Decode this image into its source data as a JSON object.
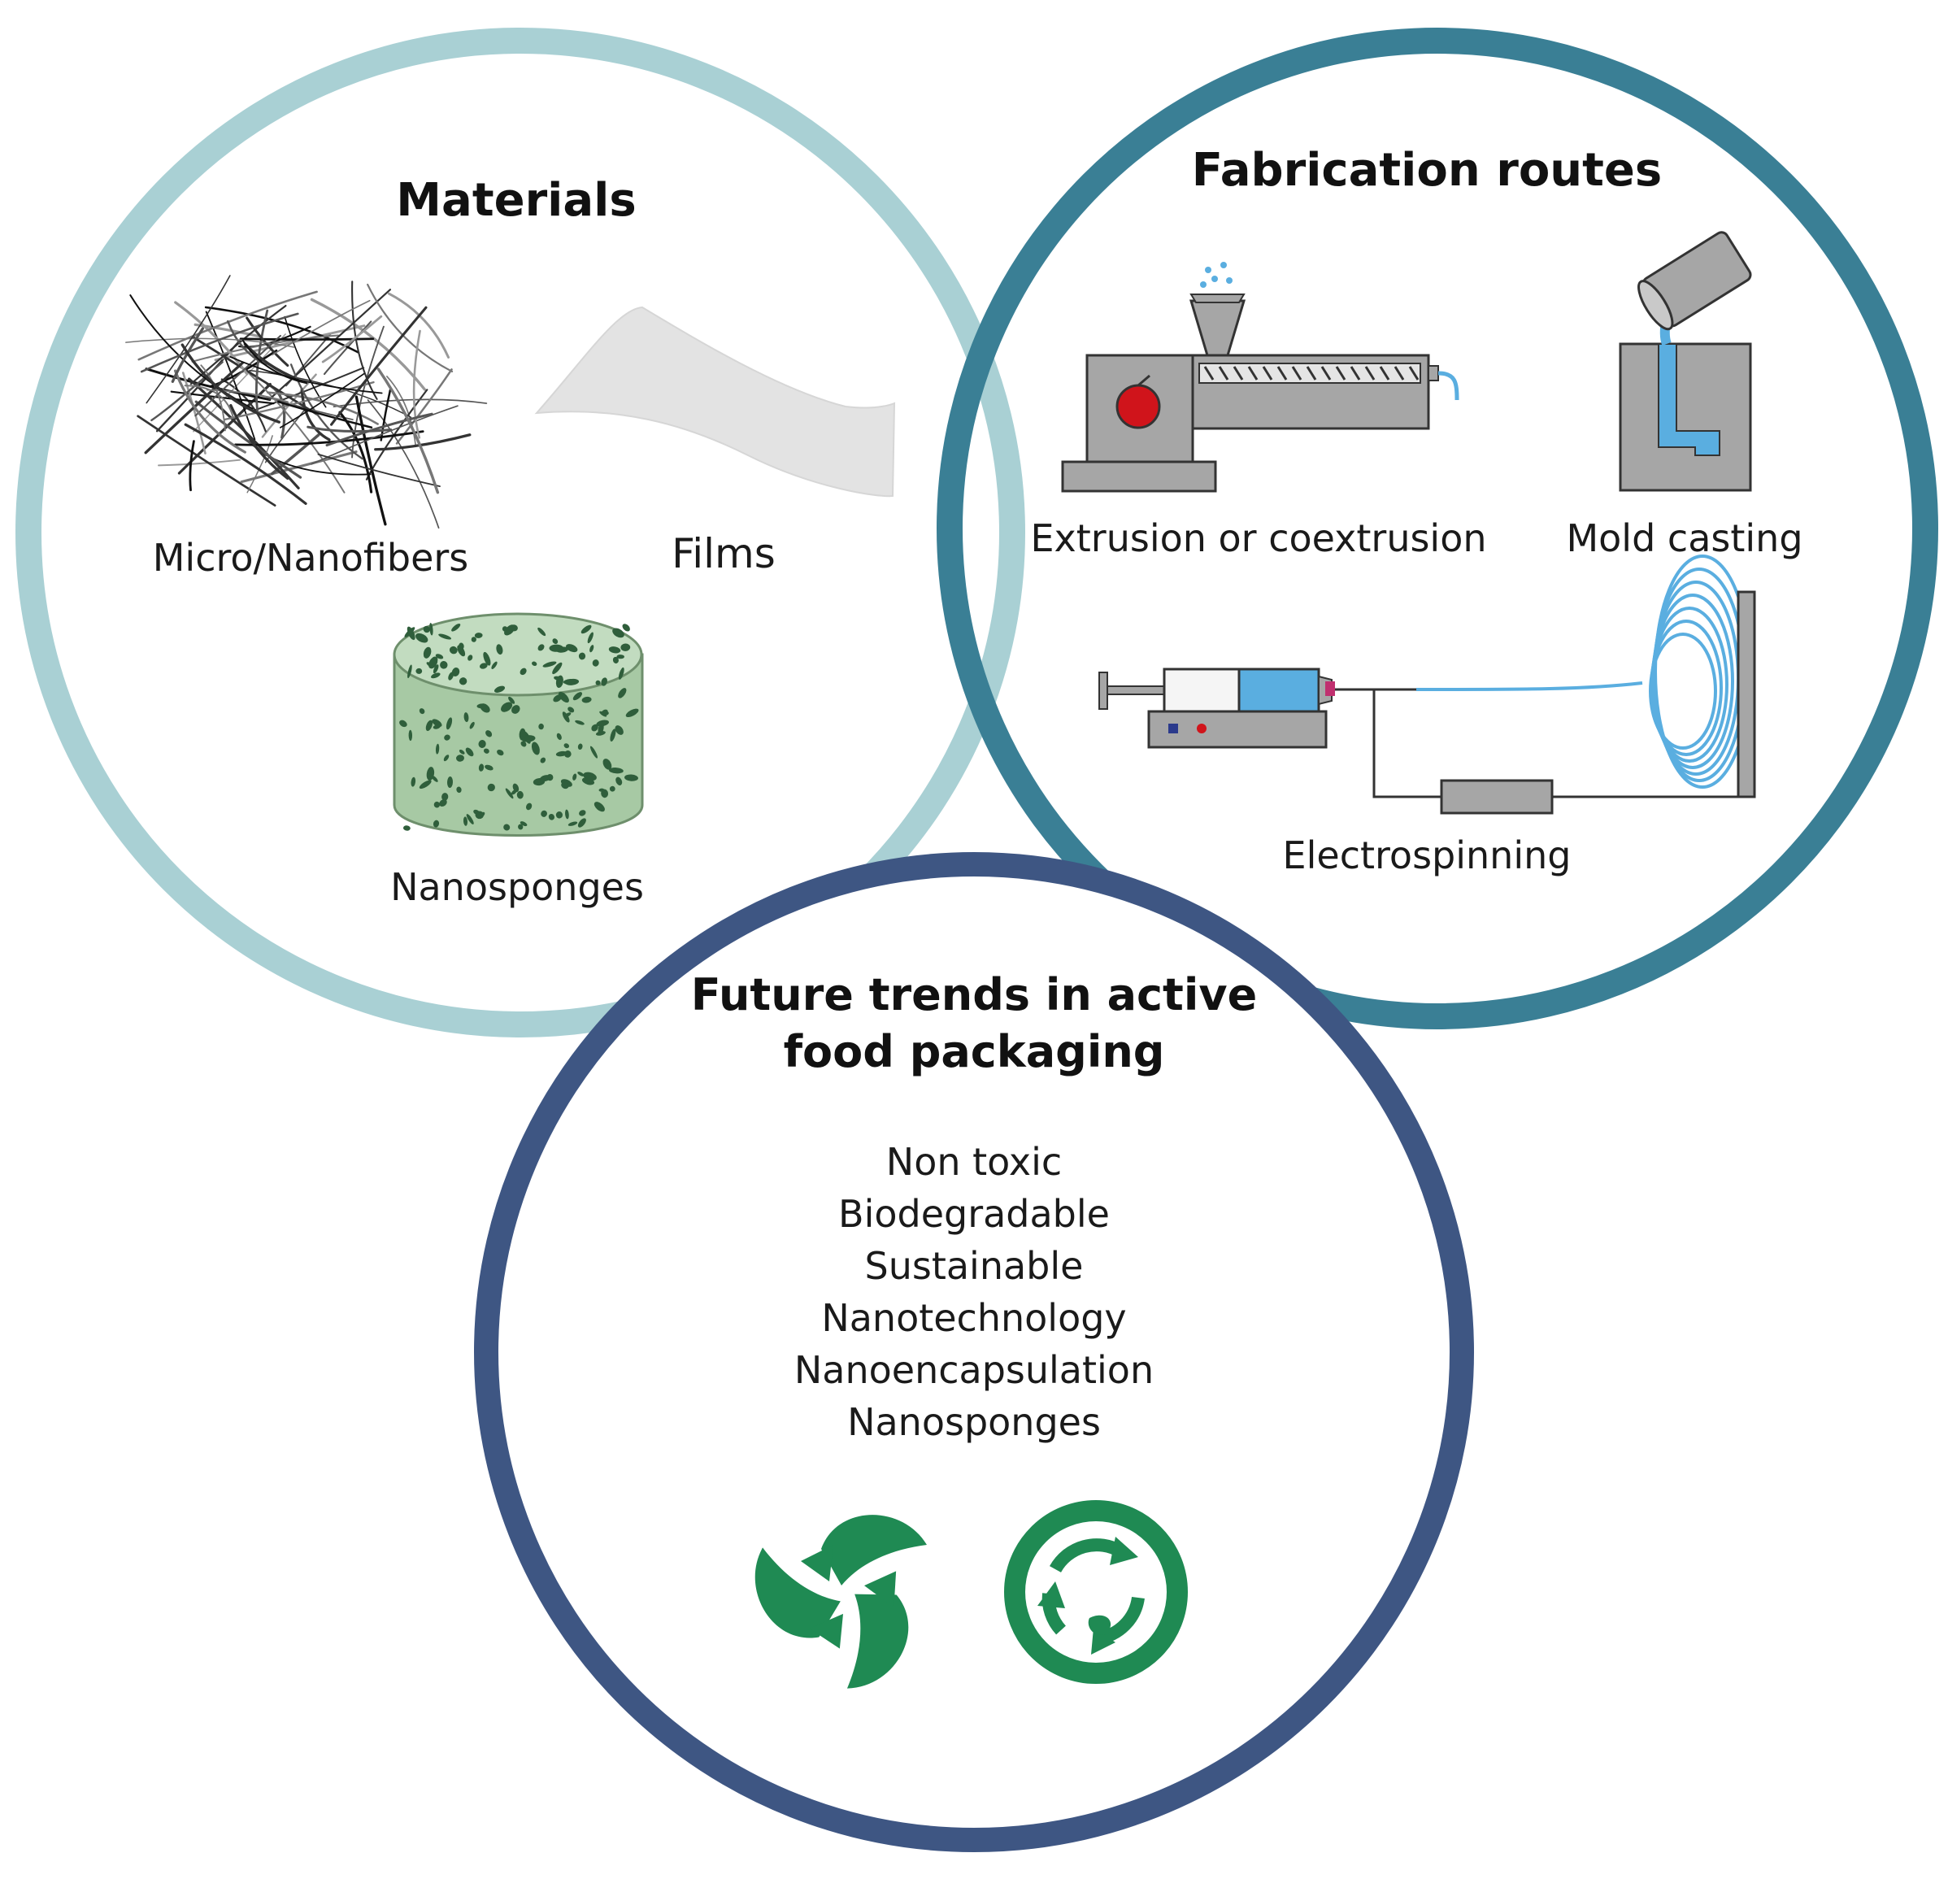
{
  "materials": {
    "title": "Materials",
    "fibers_label": "Micro/Nanofibers",
    "films_label": "Films",
    "sponges_label": "Nanosponges",
    "ring_color": "#a9d0d4"
  },
  "fabrication": {
    "title": "Fabrication routes",
    "extrusion_label": "Extrusion or coextrusion",
    "casting_label": "Mold casting",
    "electro_label": "Electrospinning",
    "ring_color": "#3a7f95"
  },
  "trends": {
    "title_line1": "Future trends in active",
    "title_line2": "food packaging",
    "items": [
      "Non toxic",
      "Biodegradable",
      "Sustainable",
      "Nanotechnology",
      "Nanoencapsulation",
      "Nanosponges"
    ],
    "ring_color": "#3e5683"
  },
  "colors": {
    "eco_green": "#1f8a53",
    "sponge_green": "#a7c9a4",
    "sponge_spots": "#2f5e3b",
    "machine_gray": "#a6a6a6",
    "fluid_blue": "#5aaee0",
    "accent_red": "#d0141b"
  },
  "icons": [
    "recycle-leaves-icon",
    "recycle-circle-icon"
  ]
}
